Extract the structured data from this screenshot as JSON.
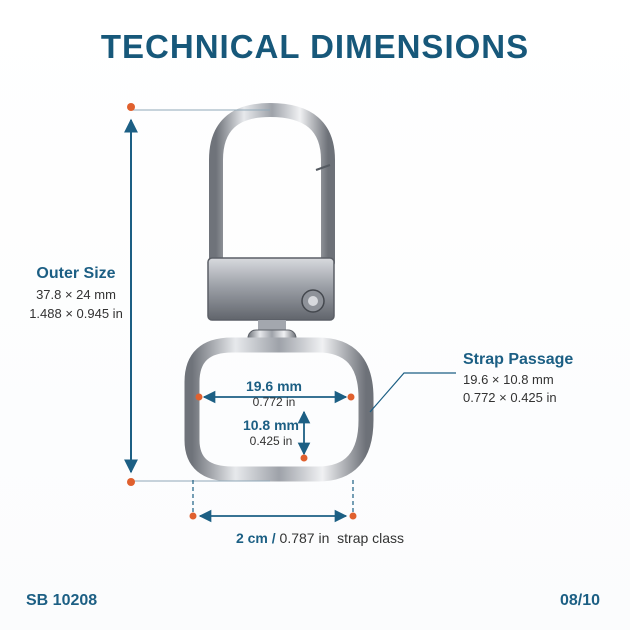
{
  "title": "TECHNICAL DIMENSIONS",
  "outer_size": {
    "label": "Outer Size",
    "metric": "37.8 × 24 mm",
    "imperial": "1.488 × 0.945 in"
  },
  "strap_passage": {
    "label": "Strap Passage",
    "metric": "19.6 × 10.8 mm",
    "imperial": "0.772 × 0.425 in"
  },
  "inner_width": {
    "metric": "19.6 mm",
    "imperial": "0.772 in"
  },
  "inner_height": {
    "metric": "10.8 mm",
    "imperial": "0.425 in"
  },
  "strap_class": {
    "metric": "2 cm",
    "separator": "/",
    "imperial": "0.787 in",
    "suffix": "strap class"
  },
  "footer": {
    "product_code": "SB 10208",
    "page_index": "08/10"
  },
  "colors": {
    "accent": "#1c5f84",
    "title": "#17587a",
    "marker": "#e0602e",
    "metal": "#b9bcc2"
  }
}
